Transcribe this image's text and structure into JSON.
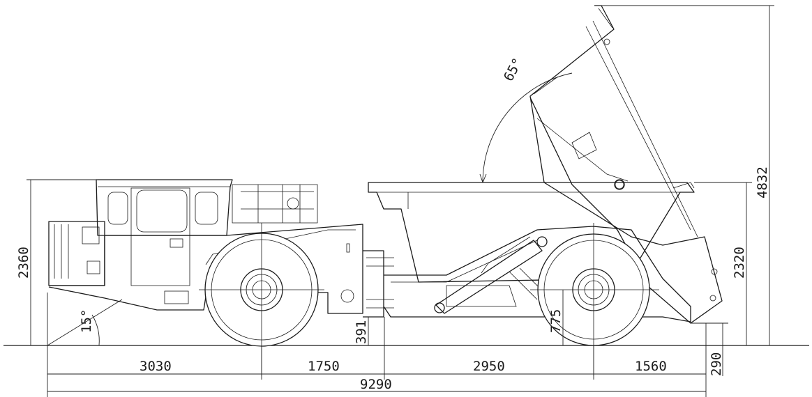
{
  "dimensions": {
    "overall_length": "9290",
    "front_overhang": "3030",
    "front_axle_to_hitch": "1750",
    "hitch_to_rear_axle": "2950",
    "rear_overhang": "1560",
    "cab_height": "2360",
    "box_height": "2320",
    "dumped_height": "4832",
    "ground_clearance_hitch": "391",
    "ground_clearance_rear": "775",
    "box_tail_clearance": "290",
    "approach_angle": "15°",
    "dump_angle": "65°"
  }
}
